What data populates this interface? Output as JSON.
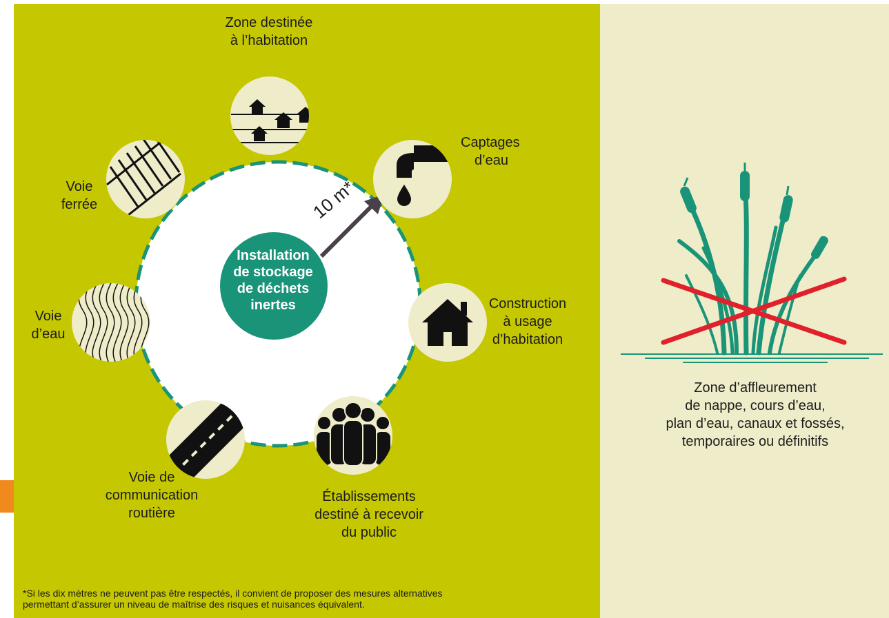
{
  "center": {
    "lines": [
      "Installation",
      "de stockage",
      "de déchets",
      "inertes"
    ]
  },
  "radius_label": "10 m*",
  "items": {
    "habitation_zone": [
      "Zone destinée",
      "à l’habitation"
    ],
    "captages": [
      "Captages",
      "d’eau"
    ],
    "construction": [
      "Construction",
      "à usage",
      "d’habitation"
    ],
    "etablissements": [
      "Établissements",
      "destiné à recevoir",
      "du public"
    ],
    "voie_route": [
      "Voie de",
      "communication",
      "routière"
    ],
    "voie_eau": [
      "Voie",
      "d’eau"
    ],
    "voie_ferree": [
      "Voie",
      "ferrée"
    ]
  },
  "zone_label": [
    "Zone d’affleurement",
    "de nappe, cours d’eau,",
    "plan d’eau, canaux et fossés,",
    "temporaires ou définitifs"
  ],
  "footnote": [
    "*Si les dix mètres ne peuvent pas être respectés, il convient de proposer des mesures alternatives",
    "permettant d’assurer un niveau de maîtrise des risques et nuisances équivalent."
  ],
  "colors": {
    "left_panel": "#c5c700",
    "right_panel": "#efecca",
    "teal": "#1a9478",
    "cross": "#e0202a",
    "icon_bg": "#efecca",
    "accent_tab": "#f08a1d"
  },
  "icons": [
    "houses-icon",
    "tap-icon",
    "house-icon",
    "crowd-icon",
    "road-icon",
    "water-waves-icon",
    "railway-icon",
    "reeds-icon"
  ]
}
